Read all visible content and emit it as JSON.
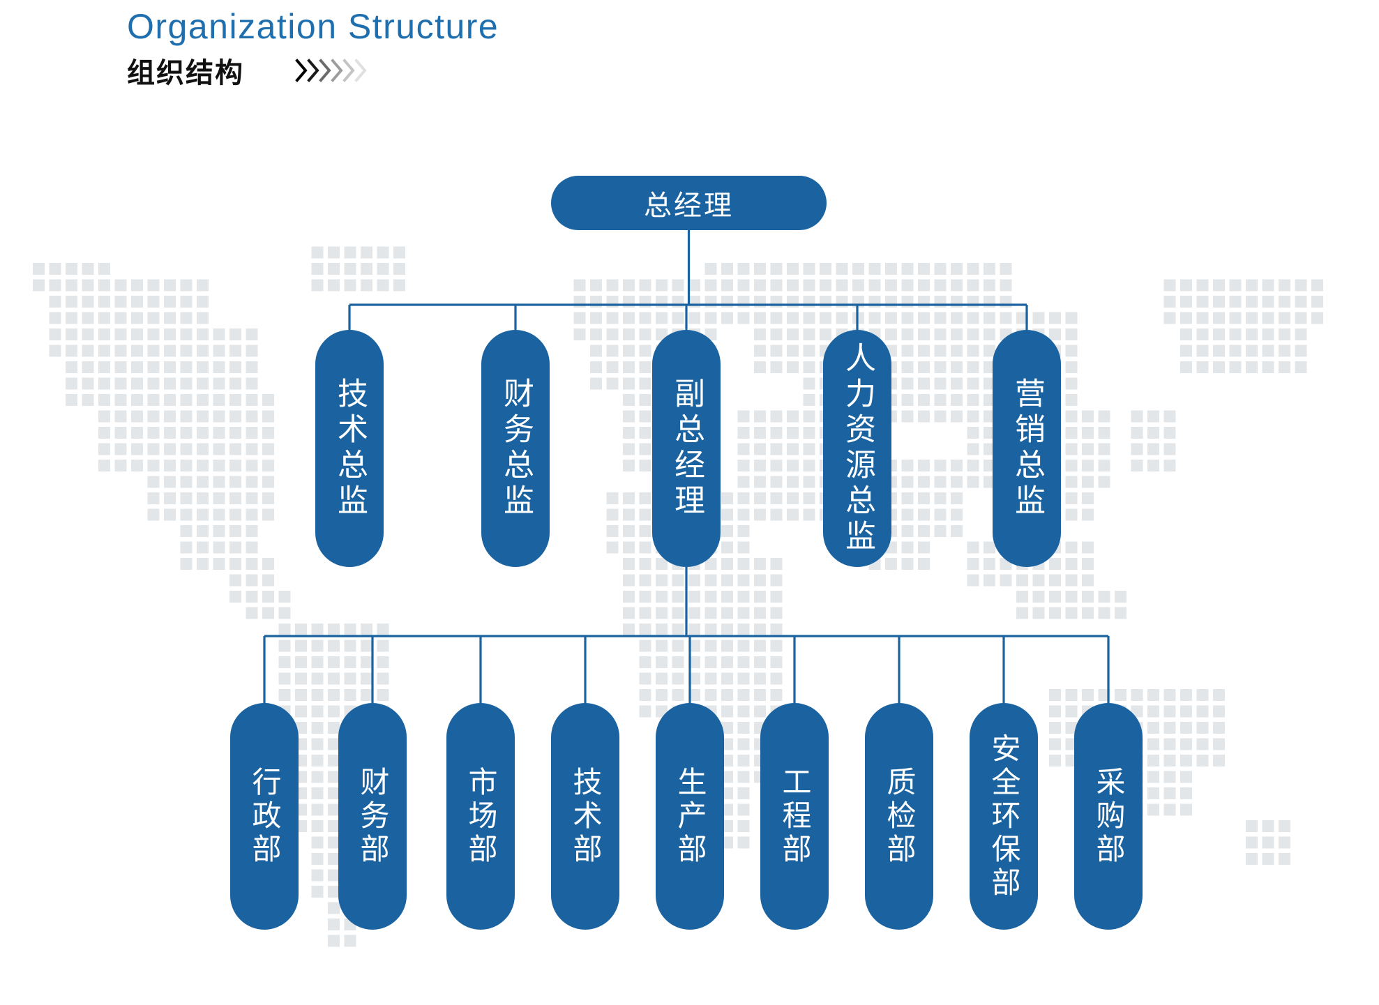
{
  "header": {
    "title_en": "Organization Structure",
    "title_cn": "组织结构",
    "chevron_icon": "chevron-right-icon",
    "chevron_count": 6,
    "chevron_colors": [
      "#000000",
      "#1a1a1a",
      "#6b6b6b",
      "#9d9d9d",
      "#c4c4c4",
      "#e0e0e0"
    ]
  },
  "colors": {
    "node_blue": "#1b63a0",
    "title_blue": "#1f6fae",
    "connector_blue": "#1b63a0",
    "map_gray": "#e2e6e9",
    "node_text": "#ffffff",
    "title_cn_color": "#111111",
    "background": "#ffffff"
  },
  "background": {
    "graphic": "dotted-world-map"
  },
  "chart_data": {
    "type": "org-chart",
    "title": "Organization Structure",
    "title_cn": "组织结构",
    "orientation": "top-down",
    "levels": 3,
    "root": {
      "id": "gm",
      "label": "总经理",
      "level": 1
    },
    "level2": [
      {
        "id": "tech-director",
        "label": "技术总监",
        "level": 2,
        "parent": "gm"
      },
      {
        "id": "finance-director",
        "label": "财务总监",
        "level": 2,
        "parent": "gm"
      },
      {
        "id": "deputy-gm",
        "label": "副总经理",
        "level": 2,
        "parent": "gm"
      },
      {
        "id": "hr-director",
        "label": "人力资源总监",
        "level": 2,
        "parent": "gm"
      },
      {
        "id": "marketing-director",
        "label": "营销总监",
        "level": 2,
        "parent": "gm"
      }
    ],
    "level3": [
      {
        "id": "admin-dept",
        "label": "行政部",
        "level": 3,
        "parent": "deputy-gm"
      },
      {
        "id": "finance-dept",
        "label": "财务部",
        "level": 3,
        "parent": "deputy-gm"
      },
      {
        "id": "market-dept",
        "label": "市场部",
        "level": 3,
        "parent": "deputy-gm"
      },
      {
        "id": "tech-dept",
        "label": "技术部",
        "level": 3,
        "parent": "deputy-gm"
      },
      {
        "id": "production-dept",
        "label": "生产部",
        "level": 3,
        "parent": "deputy-gm"
      },
      {
        "id": "engineering-dept",
        "label": "工程部",
        "level": 3,
        "parent": "deputy-gm"
      },
      {
        "id": "qc-dept",
        "label": "质检部",
        "level": 3,
        "parent": "deputy-gm"
      },
      {
        "id": "safety-env-dept",
        "label": "安全环保部",
        "level": 3,
        "parent": "deputy-gm"
      },
      {
        "id": "purchasing-dept",
        "label": "采购部",
        "level": 3,
        "parent": "deputy-gm"
      }
    ]
  }
}
